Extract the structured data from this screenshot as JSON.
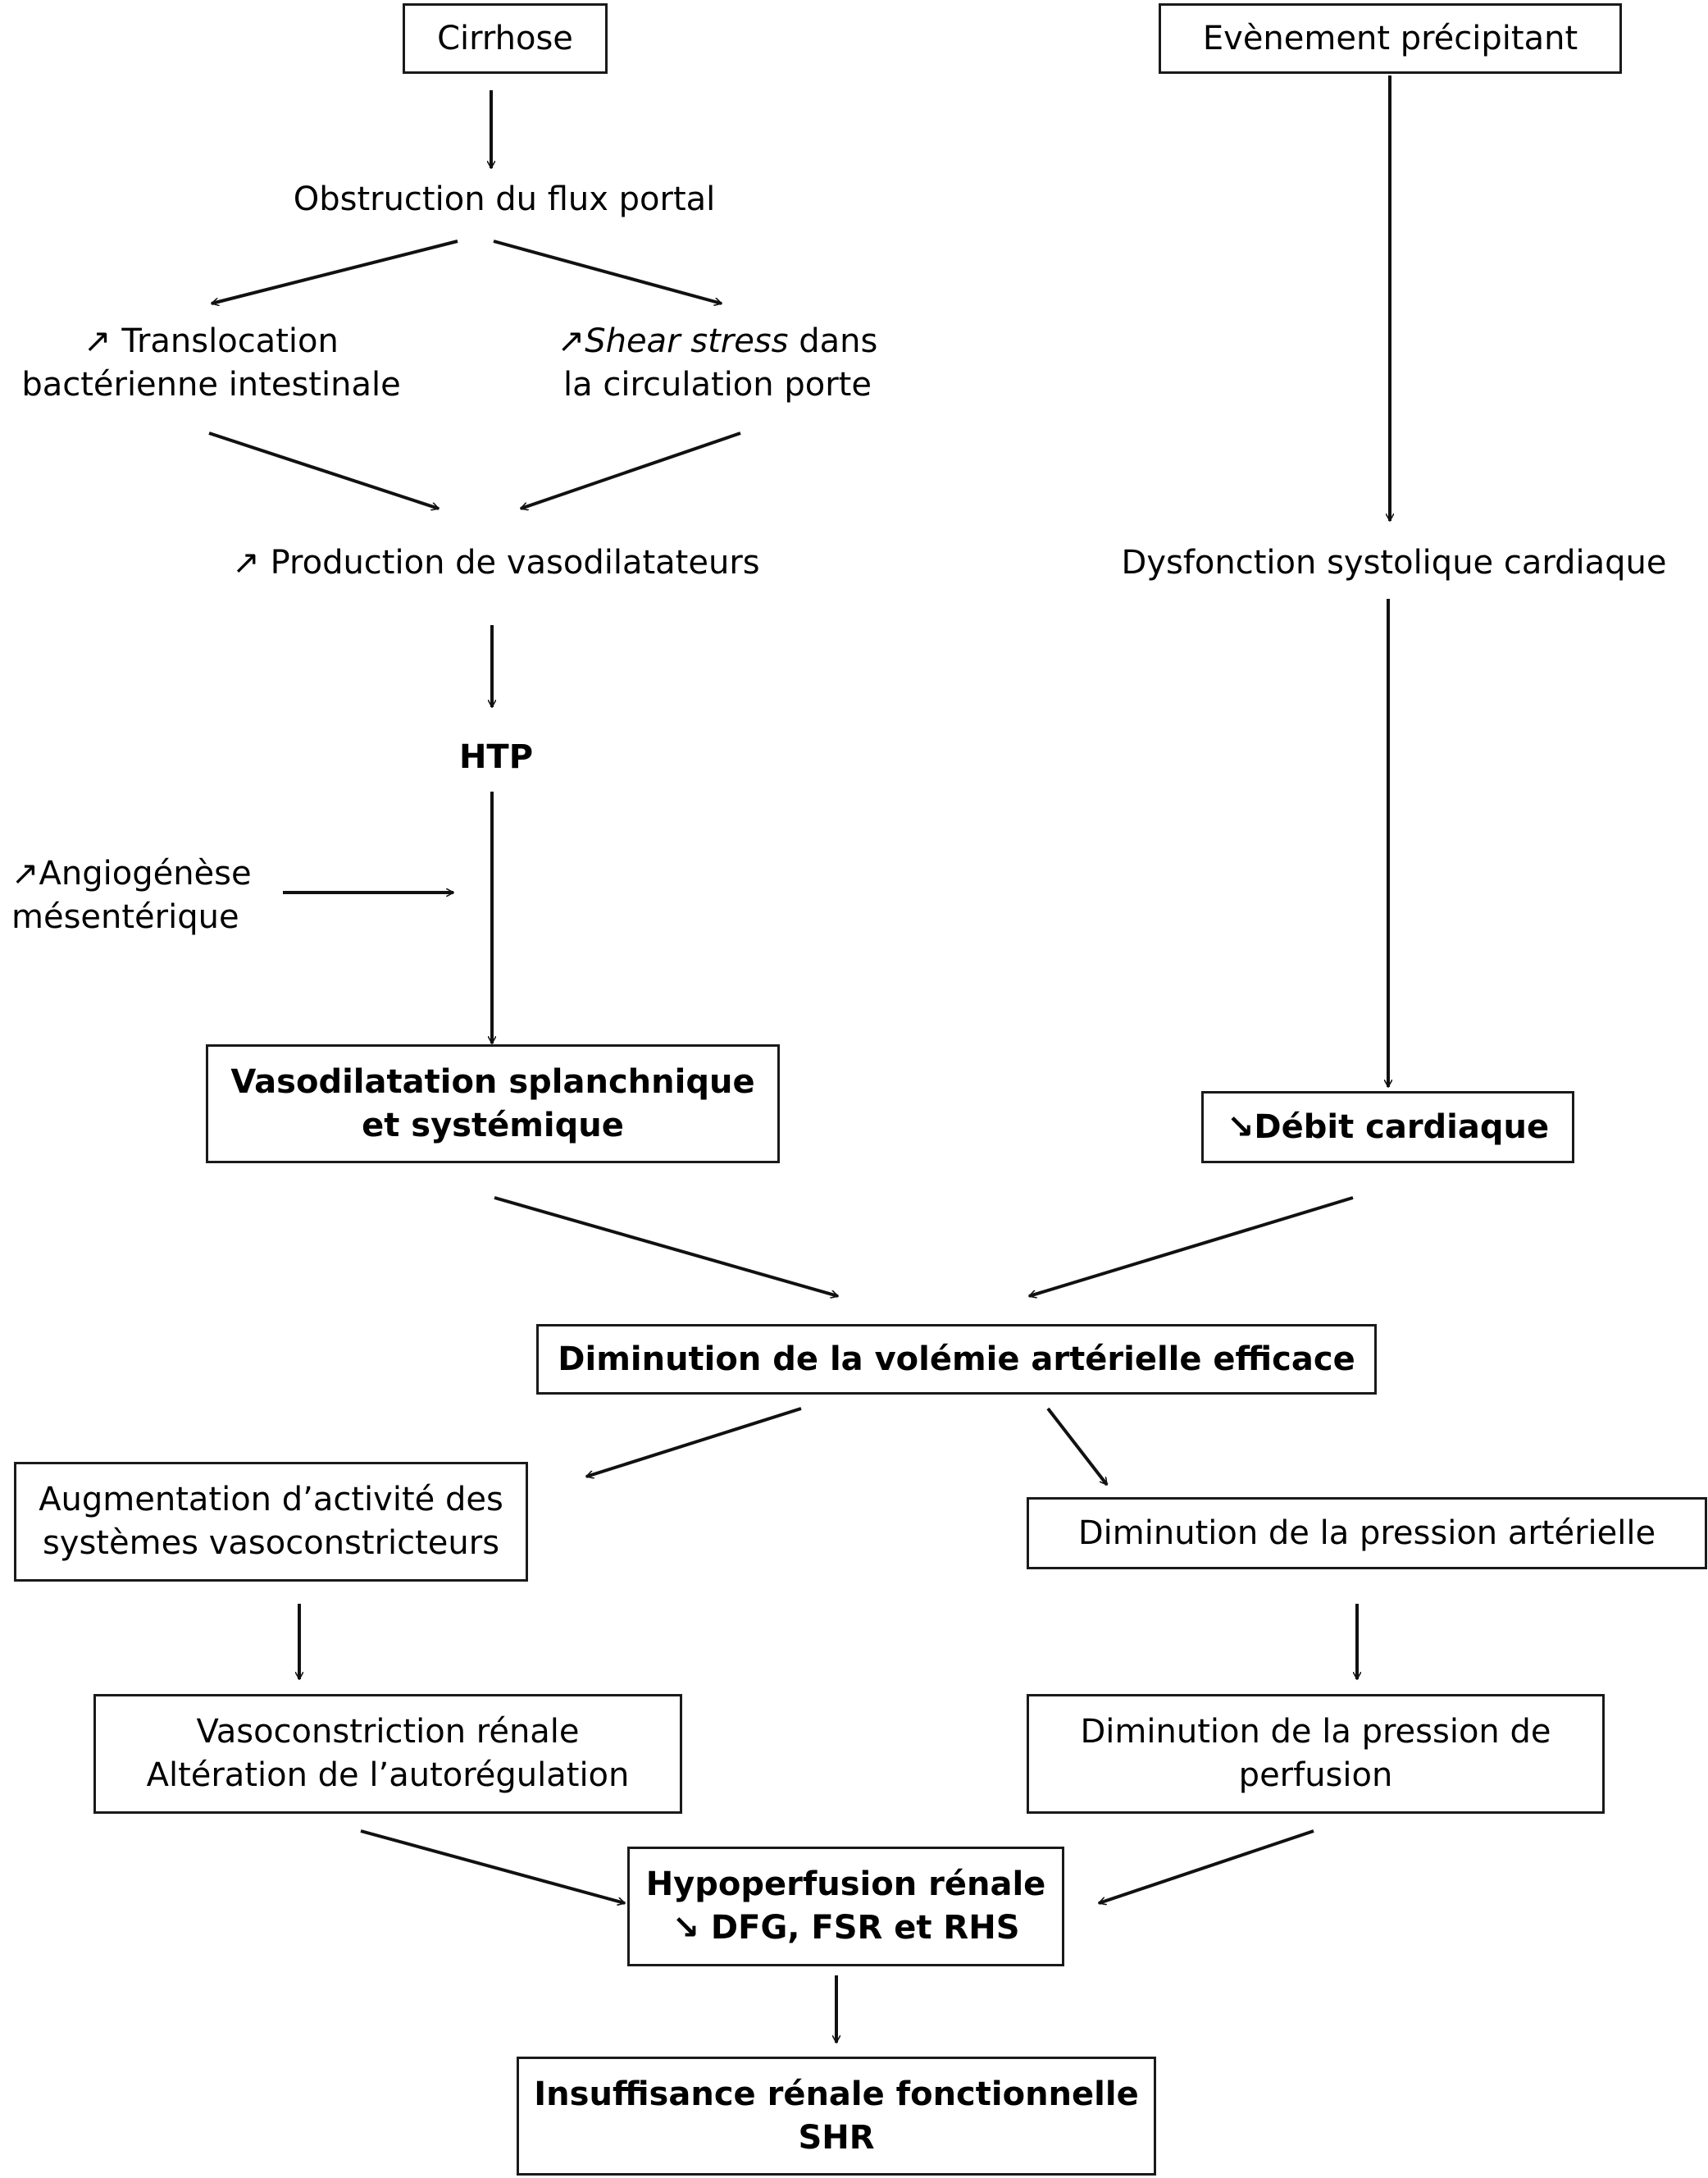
{
  "nodes": {
    "cirrhose": "Cirrhose",
    "evenement": "Evènement précipitant",
    "obstruction": "Obstruction du flux portal",
    "translocation": {
      "line1": "↗ Translocation",
      "line2": "bactérienne intestinale"
    },
    "shear": {
      "arrow": "↗",
      "italic": "Shear stress",
      "rest": " dans",
      "line2": "la circulation porte"
    },
    "production": "↗ Production de vasodilatateurs",
    "dysfonction": "Dysfonction systolique cardiaque",
    "htp": "HTP",
    "angiogenese": {
      "line1": "↗Angiogénèse",
      "line2": "mésentérique"
    },
    "vasodilatation": {
      "line1": "Vasodilatation splanchnique",
      "line2": "et systémique"
    },
    "debit": "↘Débit cardiaque",
    "volemie": "Diminution de la volémie artérielle efficace",
    "augmentation": {
      "line1": "Augmentation d’activité des",
      "line2": "systèmes vasoconstricteurs"
    },
    "pression_art": "Diminution de la pression artérielle",
    "vasoconstriction": {
      "line1": "Vasoconstriction rénale",
      "line2": "Altération de l’autorégulation"
    },
    "pression_perf": {
      "line1": "Diminution de la pression de",
      "line2": "perfusion"
    },
    "hypoperfusion": {
      "line1": "Hypoperfusion rénale",
      "line2": "↘ DFG, FSR et RHS"
    },
    "insuffisance": {
      "line1": "Insuffisance rénale fonctionnelle",
      "line2": "SHR"
    }
  },
  "edges": [
    {
      "from": "Cirrhose",
      "to": "Obstruction du flux portal"
    },
    {
      "from": "Obstruction du flux portal",
      "to": "↗ Translocation bactérienne intestinale"
    },
    {
      "from": "Obstruction du flux portal",
      "to": "↗Shear stress dans la circulation porte"
    },
    {
      "from": "↗ Translocation bactérienne intestinale",
      "to": "↗ Production de vasodilatateurs"
    },
    {
      "from": "↗Shear stress dans la circulation porte",
      "to": "↗ Production de vasodilatateurs"
    },
    {
      "from": "↗ Production de vasodilatateurs",
      "to": "HTP"
    },
    {
      "from": "HTP",
      "to": "Vasodilatation splanchnique et systémique"
    },
    {
      "from": "↗Angiogénèse mésentérique",
      "to": "Vasodilatation splanchnique et systémique"
    },
    {
      "from": "Evènement précipitant",
      "to": "Dysfonction systolique cardiaque"
    },
    {
      "from": "Dysfonction systolique cardiaque",
      "to": "↘Débit cardiaque"
    },
    {
      "from": "Vasodilatation splanchnique et systémique",
      "to": "Diminution de la volémie artérielle efficace"
    },
    {
      "from": "↘Débit cardiaque",
      "to": "Diminution de la volémie artérielle efficace"
    },
    {
      "from": "Diminution de la volémie artérielle efficace",
      "to": "Augmentation d’activité des systèmes vasoconstricteurs"
    },
    {
      "from": "Diminution de la volémie artérielle efficace",
      "to": "Diminution de la pression artérielle"
    },
    {
      "from": "Augmentation d’activité des systèmes vasoconstricteurs",
      "to": "Vasoconstriction rénale Altération de l’autorégulation"
    },
    {
      "from": "Diminution de la pression artérielle",
      "to": "Diminution de la pression de perfusion"
    },
    {
      "from": "Vasoconstriction rénale Altération de l’autorégulation",
      "to": "Hypoperfusion rénale ↘ DFG, FSR et RHS"
    },
    {
      "from": "Diminution de la pression de perfusion",
      "to": "Hypoperfusion rénale ↘ DFG, FSR et RHS"
    },
    {
      "from": "Hypoperfusion rénale ↘ DFG, FSR et RHS",
      "to": "Insuffisance rénale fonctionnelle SHR"
    }
  ],
  "colors": {
    "stroke": "#111111",
    "text": "#000000",
    "background": "#ffffff"
  }
}
